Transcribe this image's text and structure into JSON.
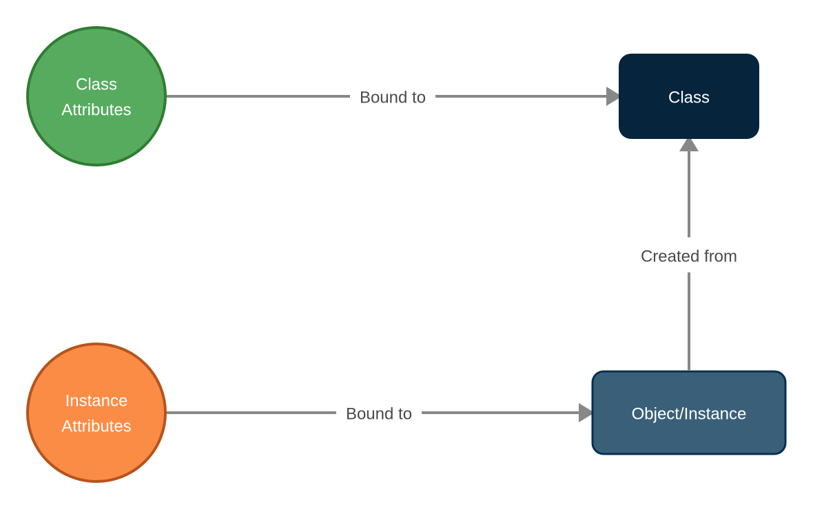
{
  "nodes": {
    "class_attributes": {
      "line1": "Class",
      "line2": "Attributes",
      "fill": "#56ab5f",
      "stroke": "#2e7d32"
    },
    "instance_attributes": {
      "line1": "Instance",
      "line2": "Attributes",
      "fill": "#fb8c45",
      "stroke": "#b5541c"
    },
    "class": {
      "label": "Class",
      "fill": "#06243c"
    },
    "object_instance": {
      "label": "Object/Instance",
      "fill": "#3a6079",
      "stroke": "#06304f"
    }
  },
  "edges": {
    "class_attributes_to_class": {
      "label": "Bound to"
    },
    "instance_attributes_to_object": {
      "label": "Bound to"
    },
    "object_to_class": {
      "label": "Created from"
    }
  },
  "colors": {
    "edge": "#888888",
    "edge_label": "#4a4a4a"
  }
}
